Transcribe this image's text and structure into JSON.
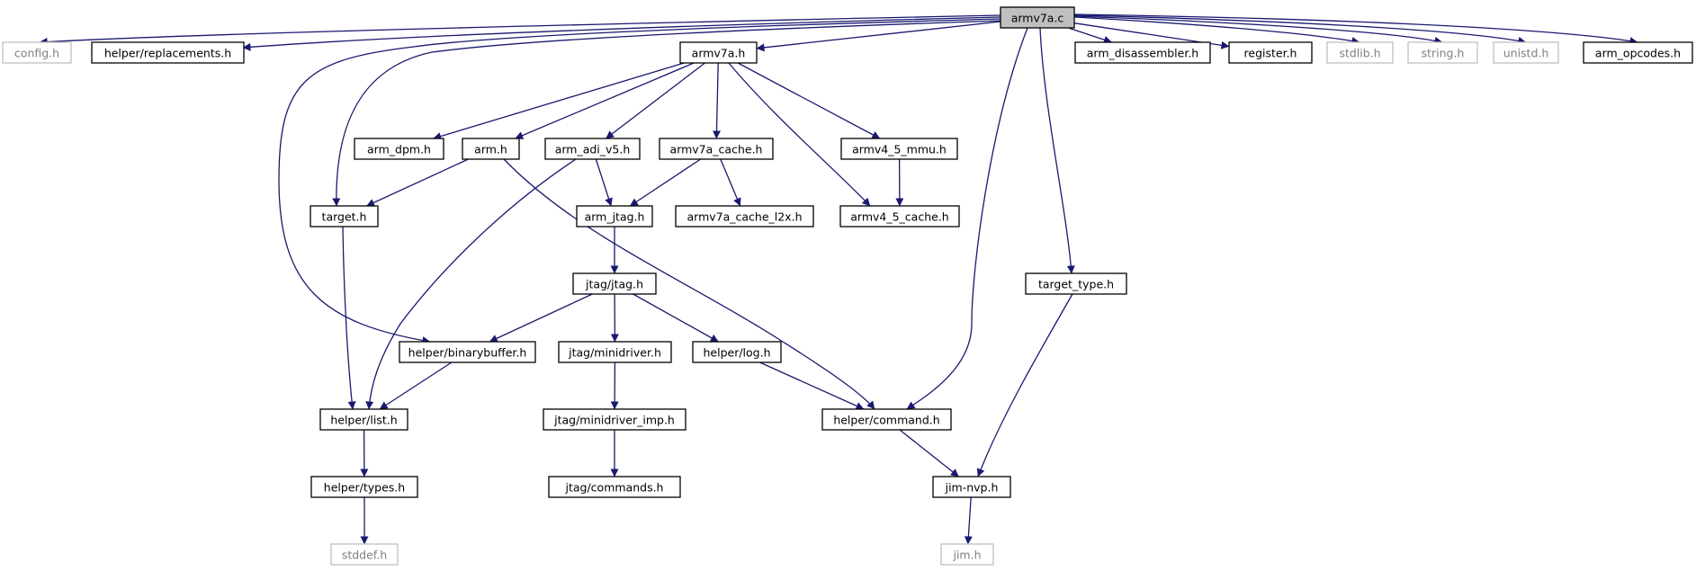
{
  "colors": {
    "edge": "#191970",
    "node_border": "#000000",
    "node_border_external": "#bfbfbf",
    "node_fill": "#ffffff",
    "root_fill": "#bfbfbf",
    "text": "#000000",
    "text_external": "#7f7f7f"
  },
  "nodes": [
    {
      "id": "armv7a_c",
      "label": "armv7a.c",
      "style": "root"
    },
    {
      "id": "config_h",
      "label": "config.h",
      "style": "external"
    },
    {
      "id": "helper_replacements_h",
      "label": "helper/replacements.h",
      "style": "normal"
    },
    {
      "id": "armv7a_h",
      "label": "armv7a.h",
      "style": "normal"
    },
    {
      "id": "arm_disassembler_h",
      "label": "arm_disassembler.h",
      "style": "normal"
    },
    {
      "id": "register_h",
      "label": "register.h",
      "style": "normal"
    },
    {
      "id": "stdlib_h",
      "label": "stdlib.h",
      "style": "external"
    },
    {
      "id": "string_h",
      "label": "string.h",
      "style": "external"
    },
    {
      "id": "unistd_h",
      "label": "unistd.h",
      "style": "external"
    },
    {
      "id": "arm_opcodes_h",
      "label": "arm_opcodes.h",
      "style": "normal"
    },
    {
      "id": "arm_dpm_h",
      "label": "arm_dpm.h",
      "style": "normal"
    },
    {
      "id": "arm_h",
      "label": "arm.h",
      "style": "normal"
    },
    {
      "id": "arm_adi_v5_h",
      "label": "arm_adi_v5.h",
      "style": "normal"
    },
    {
      "id": "armv7a_cache_h",
      "label": "armv7a_cache.h",
      "style": "normal"
    },
    {
      "id": "armv4_5_mmu_h",
      "label": "armv4_5_mmu.h",
      "style": "normal"
    },
    {
      "id": "target_h",
      "label": "target.h",
      "style": "normal"
    },
    {
      "id": "arm_jtag_h",
      "label": "arm_jtag.h",
      "style": "normal"
    },
    {
      "id": "armv7a_cache_l2x_h",
      "label": "armv7a_cache_l2x.h",
      "style": "normal"
    },
    {
      "id": "armv4_5_cache_h",
      "label": "armv4_5_cache.h",
      "style": "normal"
    },
    {
      "id": "target_type_h",
      "label": "target_type.h",
      "style": "normal"
    },
    {
      "id": "jtag_jtag_h",
      "label": "jtag/jtag.h",
      "style": "normal"
    },
    {
      "id": "helper_binarybuffer_h",
      "label": "helper/binarybuffer.h",
      "style": "normal"
    },
    {
      "id": "jtag_minidriver_h",
      "label": "jtag/minidriver.h",
      "style": "normal"
    },
    {
      "id": "helper_log_h",
      "label": "helper/log.h",
      "style": "normal"
    },
    {
      "id": "helper_list_h",
      "label": "helper/list.h",
      "style": "normal"
    },
    {
      "id": "jtag_minidriver_imp_h",
      "label": "jtag/minidriver_imp.h",
      "style": "normal"
    },
    {
      "id": "helper_command_h",
      "label": "helper/command.h",
      "style": "normal"
    },
    {
      "id": "helper_types_h",
      "label": "helper/types.h",
      "style": "normal"
    },
    {
      "id": "jtag_commands_h",
      "label": "jtag/commands.h",
      "style": "normal"
    },
    {
      "id": "jim_nvp_h",
      "label": "jim-nvp.h",
      "style": "normal"
    },
    {
      "id": "stddef_h",
      "label": "stddef.h",
      "style": "external"
    },
    {
      "id": "jim_h",
      "label": "jim.h",
      "style": "external"
    }
  ],
  "edges": [
    {
      "from": "armv7a_c",
      "to": "config_h"
    },
    {
      "from": "armv7a_c",
      "to": "helper_replacements_h"
    },
    {
      "from": "armv7a_c",
      "to": "armv7a_h"
    },
    {
      "from": "armv7a_c",
      "to": "arm_disassembler_h"
    },
    {
      "from": "armv7a_c",
      "to": "register_h"
    },
    {
      "from": "armv7a_c",
      "to": "stdlib_h"
    },
    {
      "from": "armv7a_c",
      "to": "string_h"
    },
    {
      "from": "armv7a_c",
      "to": "unistd_h"
    },
    {
      "from": "armv7a_c",
      "to": "arm_opcodes_h"
    },
    {
      "from": "armv7a_c",
      "to": "target_h"
    },
    {
      "from": "armv7a_c",
      "to": "helper_binarybuffer_h"
    },
    {
      "from": "armv7a_c",
      "to": "helper_command_h"
    },
    {
      "from": "armv7a_c",
      "to": "target_type_h"
    },
    {
      "from": "armv7a_h",
      "to": "arm_dpm_h"
    },
    {
      "from": "armv7a_h",
      "to": "arm_h"
    },
    {
      "from": "armv7a_h",
      "to": "arm_adi_v5_h"
    },
    {
      "from": "armv7a_h",
      "to": "armv7a_cache_h"
    },
    {
      "from": "armv7a_h",
      "to": "armv4_5_mmu_h"
    },
    {
      "from": "armv7a_h",
      "to": "armv4_5_cache_h"
    },
    {
      "from": "arm_h",
      "to": "target_h"
    },
    {
      "from": "arm_h",
      "to": "helper_command_h"
    },
    {
      "from": "arm_adi_v5_h",
      "to": "arm_jtag_h"
    },
    {
      "from": "arm_adi_v5_h",
      "to": "helper_list_h"
    },
    {
      "from": "armv7a_cache_h",
      "to": "arm_jtag_h"
    },
    {
      "from": "armv7a_cache_h",
      "to": "armv7a_cache_l2x_h"
    },
    {
      "from": "armv4_5_mmu_h",
      "to": "armv4_5_cache_h"
    },
    {
      "from": "target_h",
      "to": "helper_list_h"
    },
    {
      "from": "arm_jtag_h",
      "to": "jtag_jtag_h"
    },
    {
      "from": "jtag_jtag_h",
      "to": "helper_binarybuffer_h"
    },
    {
      "from": "jtag_jtag_h",
      "to": "jtag_minidriver_h"
    },
    {
      "from": "jtag_jtag_h",
      "to": "helper_log_h"
    },
    {
      "from": "helper_binarybuffer_h",
      "to": "helper_list_h"
    },
    {
      "from": "jtag_minidriver_h",
      "to": "jtag_minidriver_imp_h"
    },
    {
      "from": "jtag_minidriver_imp_h",
      "to": "jtag_commands_h"
    },
    {
      "from": "helper_log_h",
      "to": "helper_command_h"
    },
    {
      "from": "helper_list_h",
      "to": "helper_types_h"
    },
    {
      "from": "helper_types_h",
      "to": "stddef_h"
    },
    {
      "from": "helper_command_h",
      "to": "jim_nvp_h"
    },
    {
      "from": "target_type_h",
      "to": "jim_nvp_h"
    },
    {
      "from": "jim_nvp_h",
      "to": "jim_h"
    }
  ]
}
